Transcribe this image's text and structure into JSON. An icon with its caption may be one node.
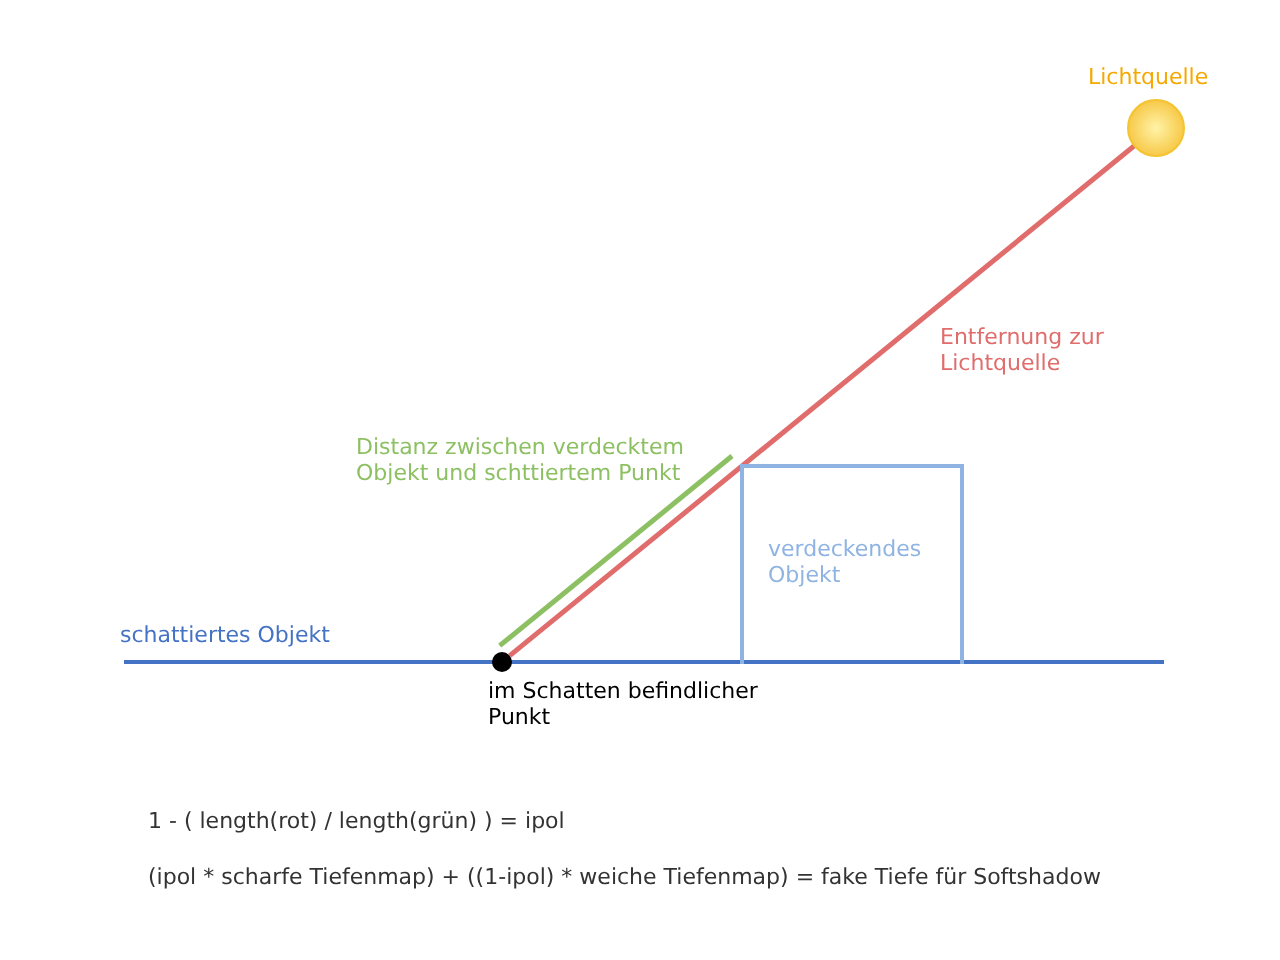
{
  "diagram": {
    "nodes": [
      {
        "text": [
          "Lichtquelle"
        ]
      },
      {
        "text": [
          "schattiertes Objekt"
        ]
      },
      {
        "text": [
          "im Schatten befindlicher Punkt"
        ]
      },
      {
        "text": [
          "verdeckendes Objekt"
        ]
      }
    ],
    "edges": [
      {
        "from": 2,
        "to": 0,
        "arrow": "none",
        "label": "Entfernung zur Lichtquelle",
        "color": "#e06c6c"
      },
      {
        "from": 2,
        "to": 3,
        "arrow": "none",
        "label": "Distanz zwischen verdecktem Objekt und schttiertem Punkt",
        "color": "#8dc063"
      }
    ],
    "labels": [
      "1 - ( length(rot) / length(grün) ) = ipol",
      "(ipol * scharfe Tiefenmap) + ((1-ipol) * weiche Tiefenmap) = fake Tiefe für Softshadow"
    ]
  }
}
